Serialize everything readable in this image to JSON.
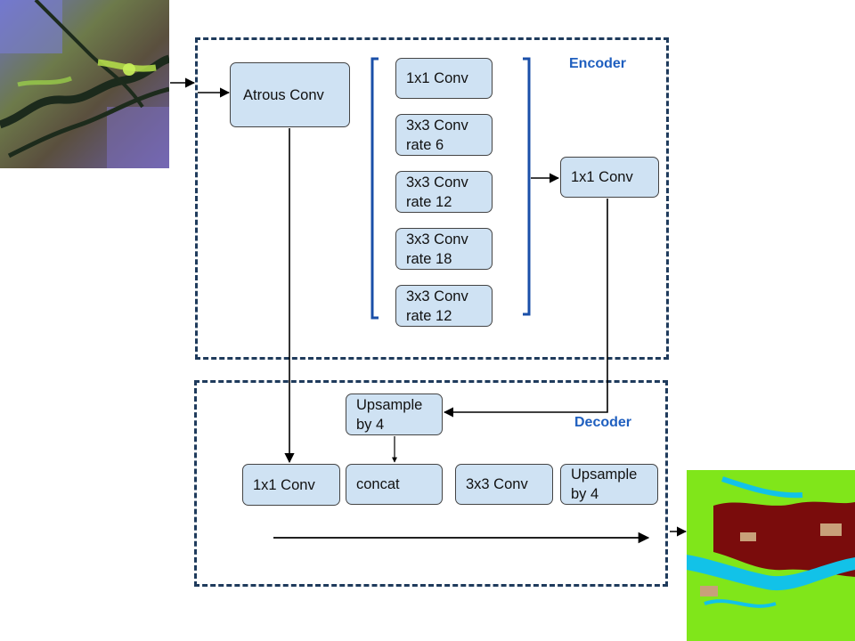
{
  "encoder": {
    "label": "Encoder",
    "atrous": "Atrous Conv",
    "aspp": [
      "1x1 Conv",
      "3x3 Conv\nrate 6",
      "3x3 Conv\nrate 12",
      "3x3 Conv\nrate 18",
      "3x3 Conv\nrate 12"
    ],
    "out_conv": "1x1 Conv"
  },
  "decoder": {
    "label": "Decoder",
    "upsample_top": "Upsample\nby 4",
    "conv1x1": "1x1 Conv",
    "concat": "concat",
    "conv3x3": "3x3 Conv",
    "upsample_out": "Upsample\nby 4"
  },
  "images": {
    "input_icon": "satellite-input-image",
    "output_icon": "segmentation-output-map"
  },
  "colors": {
    "box_fill": "#cfe2f3",
    "dash_border": "#1f3b5c",
    "label": "#1f5fbf",
    "bracket": "#1a4fa8"
  }
}
